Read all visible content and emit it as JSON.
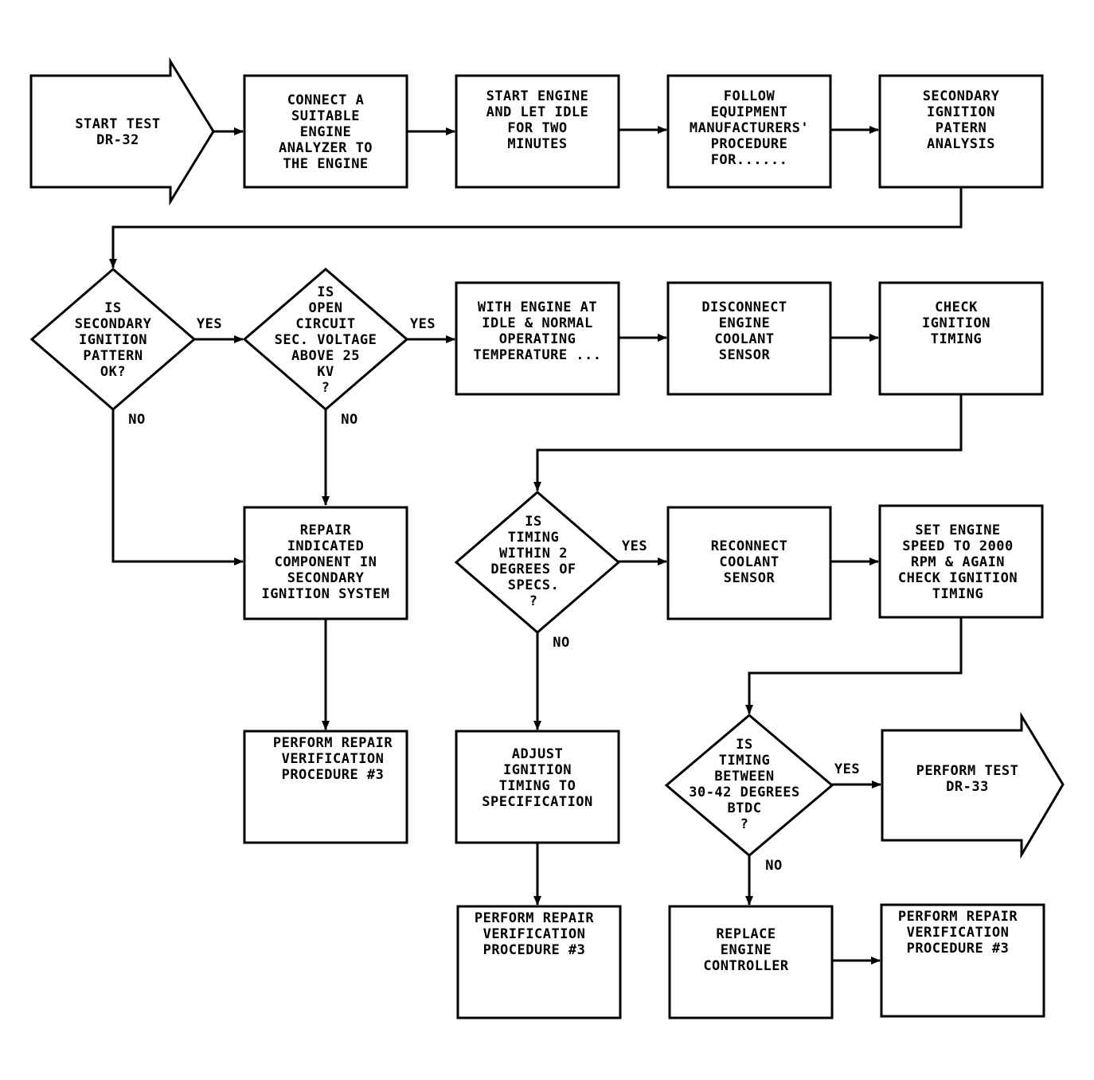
{
  "nodes": {
    "start": [
      "START TEST",
      "DR-32"
    ],
    "connect": [
      "CONNECT A",
      "SUITABLE",
      "ENGINE",
      "ANALYZER TO",
      "THE ENGINE"
    ],
    "start_engine": [
      "START ENGINE",
      "AND LET IDLE",
      "FOR TWO",
      "MINUTES"
    ],
    "follow": [
      "FOLLOW",
      "EQUIPMENT",
      "MANUFACTURERS'",
      "PROCEDURE",
      "FOR......"
    ],
    "secondary_analysis": [
      "SECONDARY",
      "IGNITION",
      "PATERN",
      "ANALYSIS"
    ],
    "q_pattern_ok": [
      "IS",
      "SECONDARY",
      "IGNITION",
      "PATTERN",
      "OK?"
    ],
    "q_open_circuit": [
      "IS",
      "OPEN",
      "CIRCUIT",
      "SEC. VOLTAGE",
      "ABOVE 25",
      "KV",
      "?"
    ],
    "with_engine": [
      "WITH ENGINE AT",
      "IDLE & NORMAL",
      "OPERATING",
      "TEMPERATURE ..."
    ],
    "disconnect": [
      "DISCONNECT",
      "ENGINE",
      "COOLANT",
      "SENSOR"
    ],
    "check_timing": [
      "CHECK",
      "IGNITION",
      "TIMING"
    ],
    "repair_component": [
      "REPAIR",
      "INDICATED",
      "COMPONENT IN",
      "SECONDARY",
      "IGNITION SYSTEM"
    ],
    "q_timing_within": [
      "IS",
      "TIMING",
      "WITHIN 2",
      "DEGREES OF",
      "SPECS.",
      "?"
    ],
    "reconnect": [
      "RECONNECT",
      "COOLANT",
      "SENSOR"
    ],
    "set_speed": [
      "SET ENGINE",
      "SPEED TO 2000",
      "RPM & AGAIN",
      "CHECK IGNITION",
      "TIMING"
    ],
    "verify_1": [
      "PERFORM REPAIR",
      "VERIFICATION",
      "PROCEDURE #3"
    ],
    "adjust": [
      "ADJUST",
      "IGNITION",
      "TIMING TO",
      "SPECIFICATION"
    ],
    "q_timing_between": [
      "IS",
      "TIMING",
      "BETWEEN",
      "30-42 DEGREES",
      "BTDC",
      "?"
    ],
    "perform_test": [
      "PERFORM TEST",
      "DR-33"
    ],
    "verify_2": [
      "PERFORM REPAIR",
      "VERIFICATION",
      "PROCEDURE #3"
    ],
    "replace": [
      "REPLACE",
      "ENGINE",
      "CONTROLLER"
    ],
    "verify_3": [
      "PERFORM REPAIR",
      "VERIFICATION",
      "PROCEDURE #3"
    ]
  },
  "labels": {
    "yes_1": "YES",
    "no_1": "NO",
    "yes_2": "YES",
    "no_2": "NO",
    "yes_3": "YES",
    "no_3": "NO",
    "yes_4": "YES",
    "no_4": "NO"
  }
}
